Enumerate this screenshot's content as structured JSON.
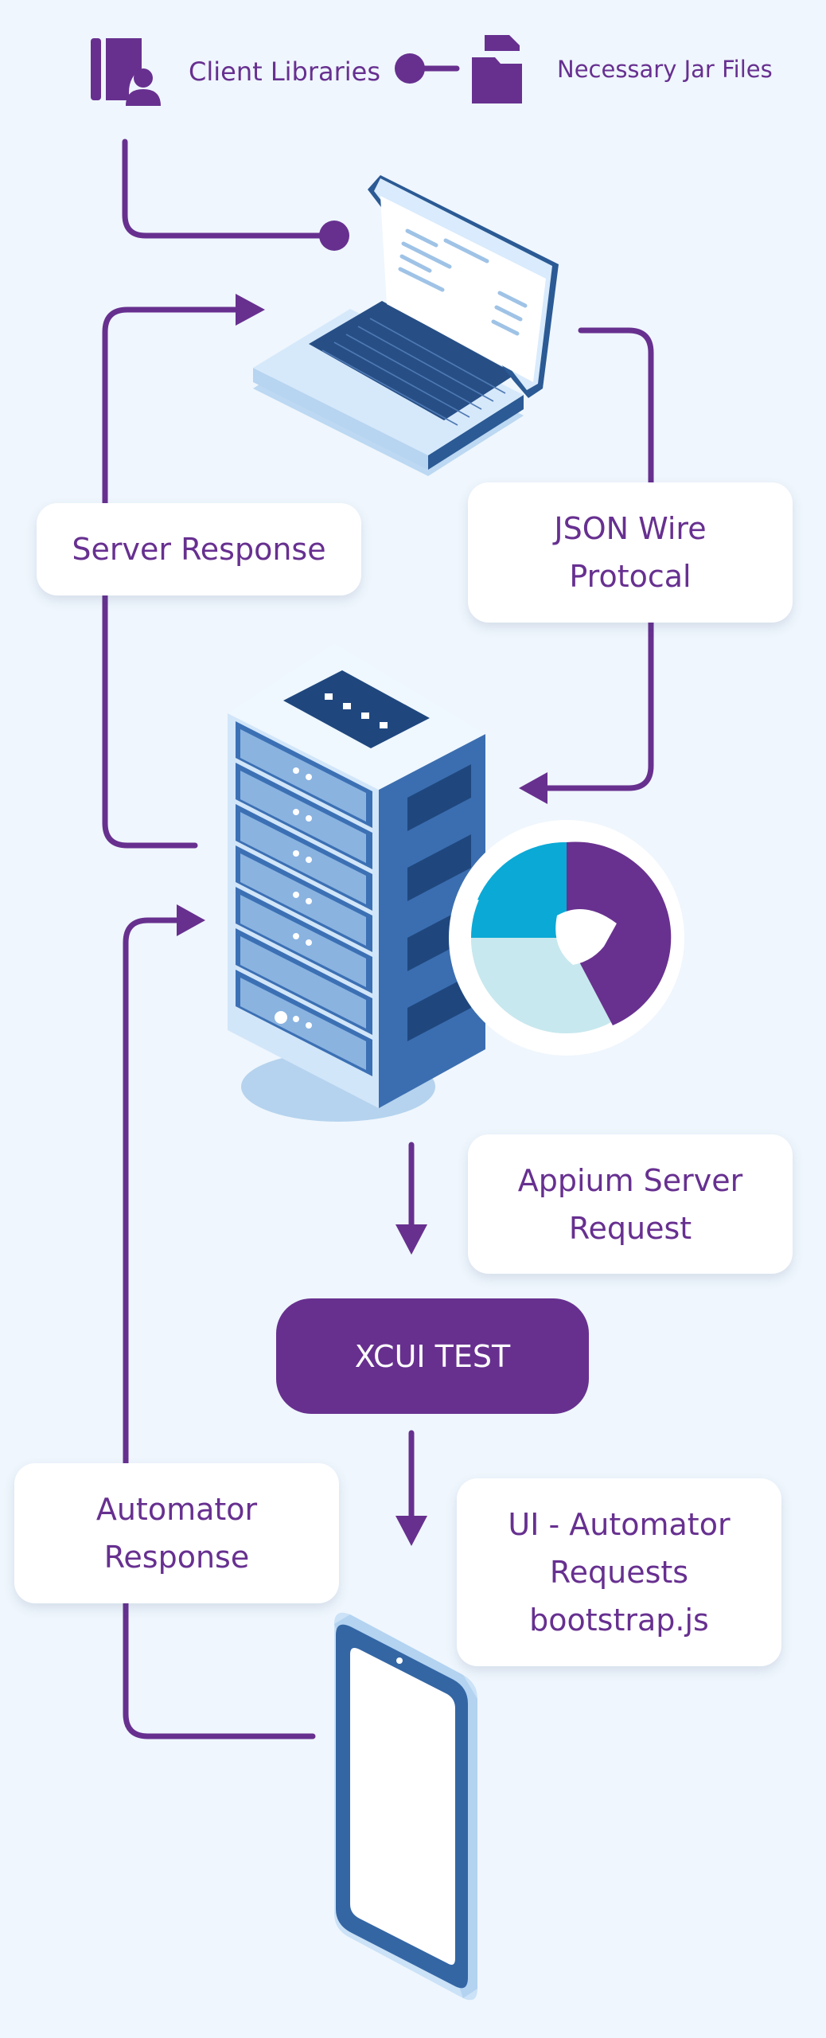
{
  "top_bar": {
    "client_libraries": "Client Libraries",
    "jar_files": "Necessary Jar Files"
  },
  "labels": {
    "server_response": "Server Response",
    "json_wire": [
      "JSON Wire",
      "Protocal"
    ],
    "appium_request": [
      "Appium Server",
      "Request"
    ],
    "xcui_test": "XCUI TEST",
    "automator_response": [
      "Automator",
      "Response"
    ],
    "ui_automator": [
      "UI - Automator",
      "Requests",
      "bootstrap.js"
    ]
  },
  "icons": [
    "client-libraries-icon",
    "jar-files-icon",
    "laptop-icon",
    "server-rack-icon",
    "appium-logo-icon",
    "phone-icon"
  ],
  "colors": {
    "background": "#eff6fd",
    "accent_purple": "#67308f",
    "blue_dark": "#2f5f9e",
    "blue_light": "#cde3f9",
    "appium_cyan": "#09a8d6",
    "appium_mint": "#c8e9ee"
  }
}
